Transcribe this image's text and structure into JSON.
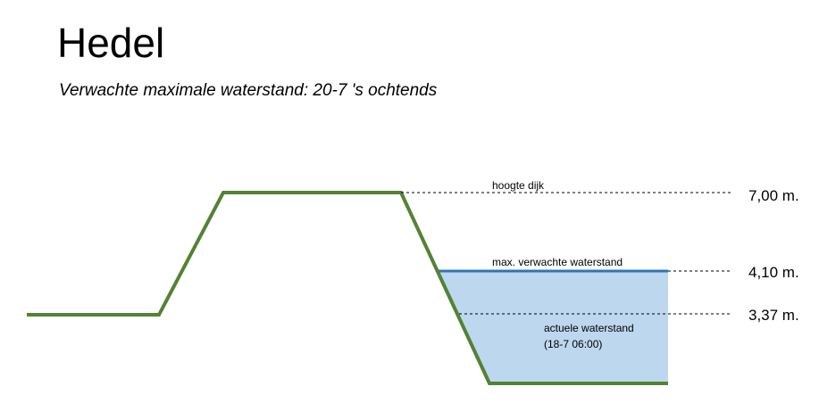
{
  "header": {
    "title": "Hedel",
    "subtitle": "Verwachte maximale waterstand: 20-7 's ochtends"
  },
  "levels": [
    {
      "key": "dike",
      "label": "hoogte dijk",
      "value_text": "7,00 m.",
      "value_m": 7.0
    },
    {
      "key": "max",
      "label": "max. verwachte waterstand",
      "value_text": "4,10 m.",
      "value_m": 4.1
    },
    {
      "key": "current",
      "label": "actuele waterstand",
      "sub_label": "(18-7 06:00)",
      "value_text": "3,37 m.",
      "value_m": 3.37
    }
  ],
  "colors": {
    "dike_line": "#548235",
    "water_fill": "#bdd7ee",
    "water_line": "#2e75b6",
    "dashed_line": "#000000"
  }
}
